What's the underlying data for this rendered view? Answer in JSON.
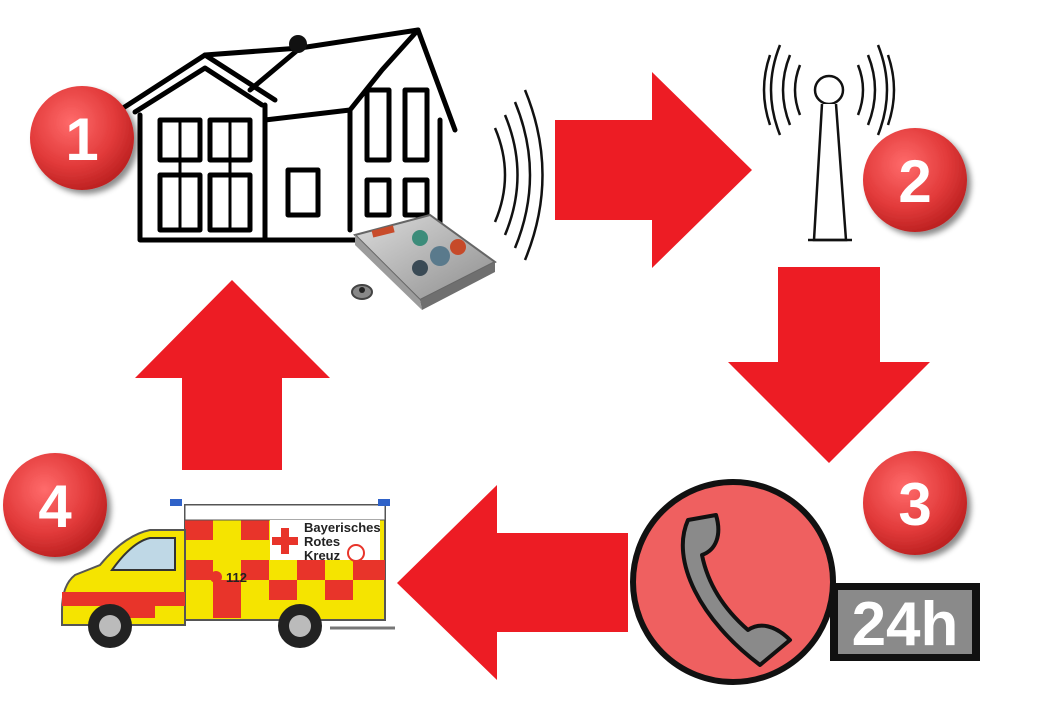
{
  "steps": [
    {
      "number": "1",
      "subject": "house-with-emergency-call-device"
    },
    {
      "number": "2",
      "subject": "radio-transmission-tower"
    },
    {
      "number": "3",
      "subject": "24h-emergency-call-center"
    },
    {
      "number": "4",
      "subject": "ambulance"
    }
  ],
  "phone_badge": {
    "label": "24h"
  },
  "ambulance": {
    "org_line1": "Bayerisches",
    "org_line2": "Rotes",
    "org_line3": "Kreuz",
    "unit_number": "112"
  },
  "colors": {
    "arrow_red": "#ed1c24",
    "badge_red": "#e23a3a",
    "phone_circle": "#ef6060",
    "ambulance_yellow": "#f5e400",
    "ambulance_red": "#e8342a",
    "badge_grey": "#8a8a8a"
  },
  "icons": [
    "house-icon",
    "emergency-button-device-icon",
    "signal-waves-icon",
    "antenna-tower-icon",
    "telephone-handset-icon",
    "ambulance-icon",
    "red-cross-icon"
  ]
}
